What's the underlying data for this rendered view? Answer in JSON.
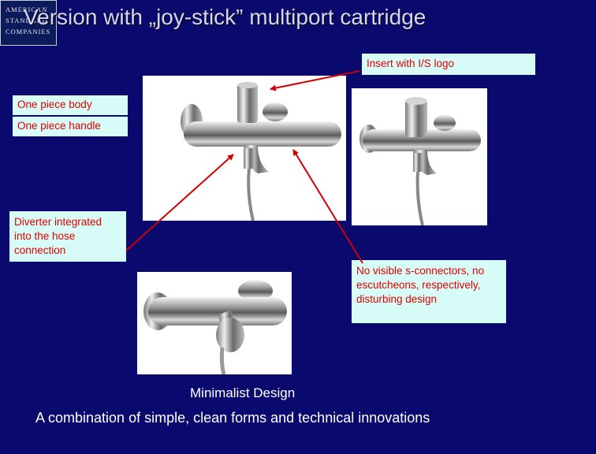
{
  "logo": {
    "line1": "AMERICAN",
    "line2": "STANDARD",
    "line3": "COMPANIES"
  },
  "title": "Version with „joy-stick” multiport cartridge",
  "callouts": {
    "insert": "Insert with I/S logo",
    "body": "One piece body",
    "handle": "One piece handle",
    "diverter": "Diverter integrated into the hose connection",
    "connectors": "No visible s-connectors, no escutcheons, respectively, disturbing design"
  },
  "captions": {
    "minimalist": "Minimalist Design",
    "combination": "A combination of simple, clean forms and technical innovations"
  },
  "colors": {
    "background": "#0a0a6e",
    "callout_bg": "#d7fbf6",
    "callout_text": "#e00000",
    "arrow": "#d00000"
  }
}
